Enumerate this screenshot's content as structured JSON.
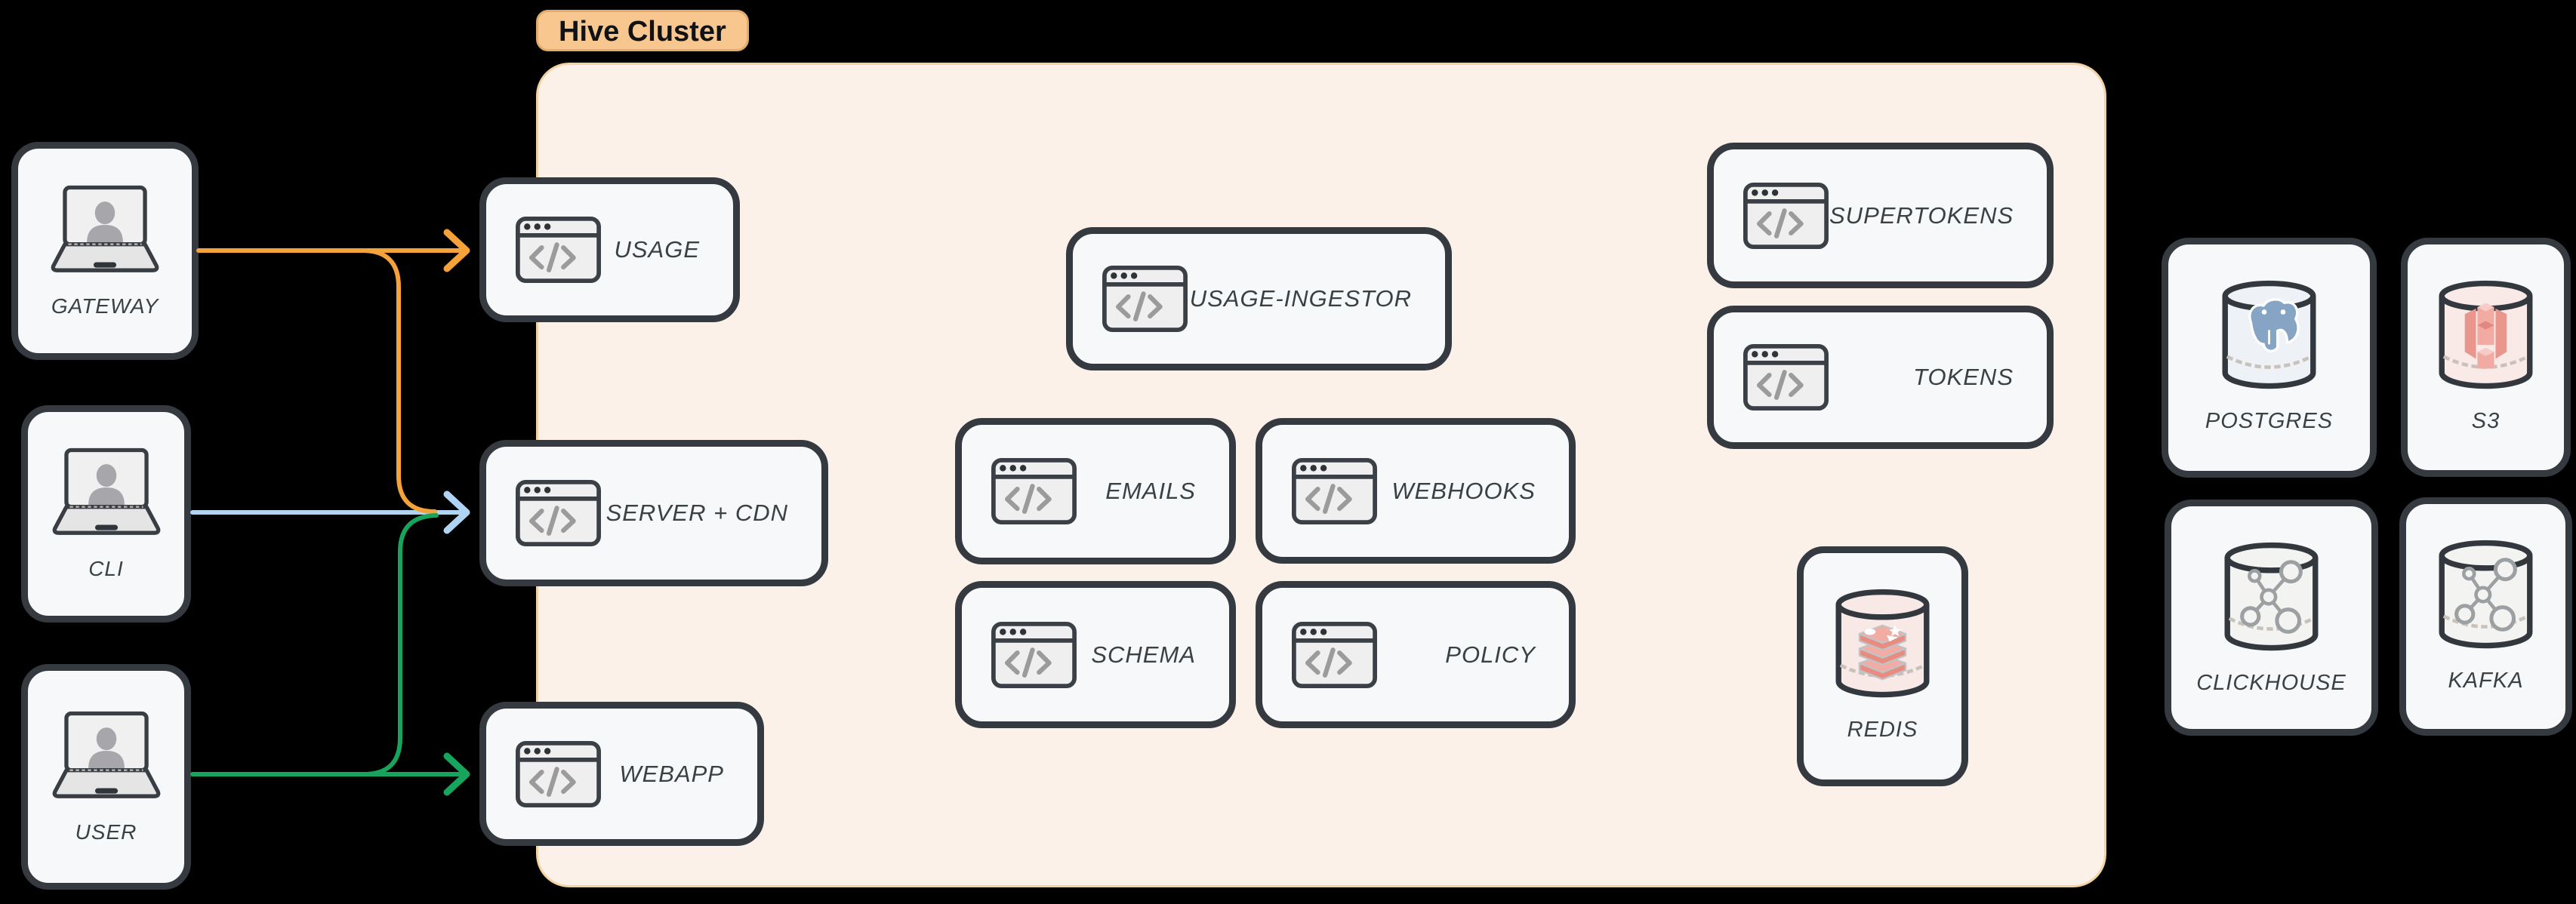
{
  "colors": {
    "orange": "#F6A23B",
    "blue": "#AFD3F2",
    "green": "#17A45C",
    "peach_fill": "#FCF1E8",
    "peach_border": "#F3D2A4",
    "pill_fill": "#F7C78F",
    "box_border": "#343A40",
    "box_fill": "#F7F8F9",
    "label_text": "#3A4145"
  },
  "cluster": {
    "label": "Hive Cluster",
    "services": [
      {
        "label": "USAGE"
      },
      {
        "label": "SERVER + CDN"
      },
      {
        "label": "WEBAPP"
      },
      {
        "label": "USAGE-INGESTOR"
      },
      {
        "label": "EMAILS"
      },
      {
        "label": "WEBHOOKS"
      },
      {
        "label": "SCHEMA"
      },
      {
        "label": "POLICY"
      },
      {
        "label": "SUPERTOKENS"
      },
      {
        "label": "TOKENS"
      },
      {
        "label": "REDIS"
      }
    ]
  },
  "clients": [
    {
      "label": "GATEWAY"
    },
    {
      "label": "CLI"
    },
    {
      "label": "USER"
    }
  ],
  "databases": [
    {
      "label": "POSTGRES"
    },
    {
      "label": "S3"
    },
    {
      "label": "CLICKHOUSE"
    },
    {
      "label": "KAFKA"
    }
  ],
  "arrows": [
    {
      "from": "GATEWAY",
      "to": "USAGE",
      "color": "#F6A23B"
    },
    {
      "from": "GATEWAY",
      "to": "SERVER + CDN",
      "color": "#F6A23B"
    },
    {
      "from": "CLI",
      "to": "SERVER + CDN",
      "color": "#AFD3F2"
    },
    {
      "from": "USER",
      "to": "SERVER + CDN",
      "color": "#17A45C"
    },
    {
      "from": "USER",
      "to": "WEBAPP",
      "color": "#17A45C"
    }
  ]
}
